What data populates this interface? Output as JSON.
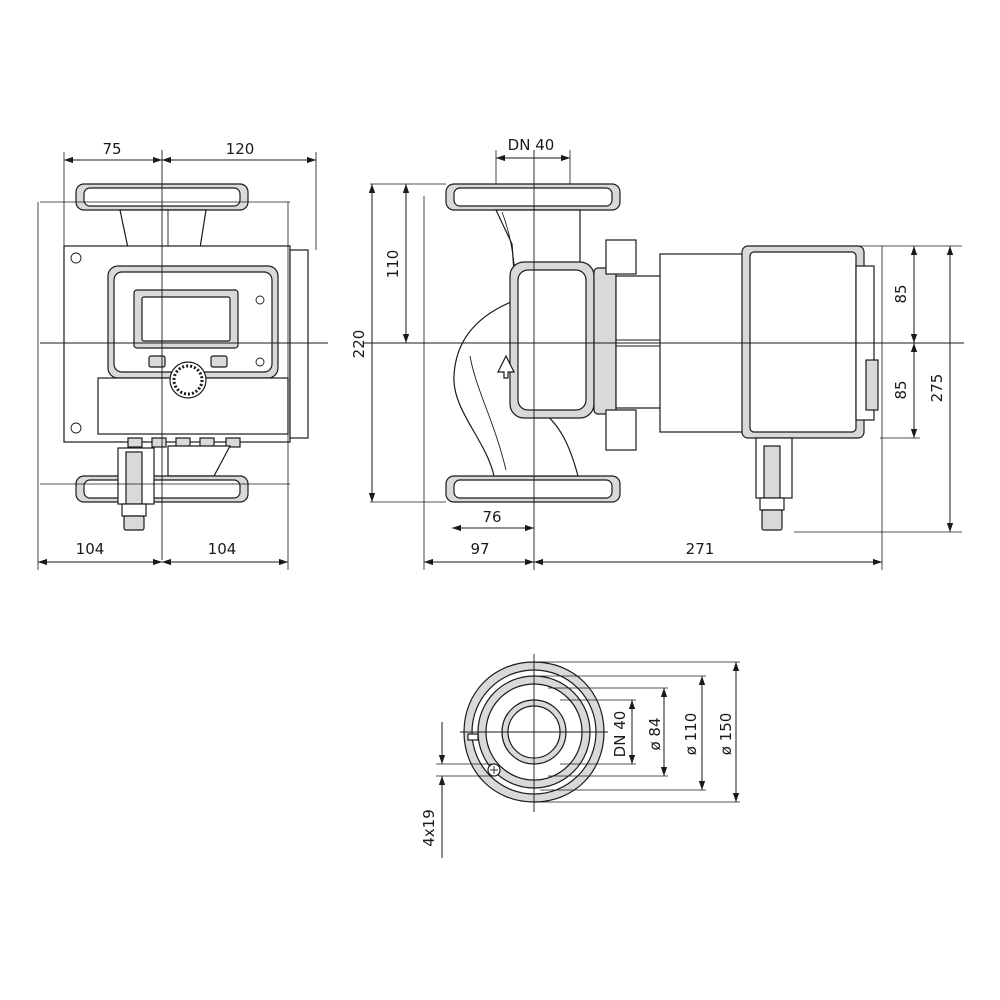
{
  "front_view": {
    "dim_top_left": "75",
    "dim_top_right": "120",
    "dim_bottom_left": "104",
    "dim_bottom_right": "104"
  },
  "side_view": {
    "dn_label": "DN 40",
    "dim_height_upper": "110",
    "dim_height_total": "220",
    "dim_inner_bottom": "76",
    "dim_bottom_left": "97",
    "dim_bottom_right": "271",
    "dim_right_upper": "85",
    "dim_right_lower": "85",
    "dim_right_total": "275"
  },
  "flange_view": {
    "dn_label": "DN 40",
    "dia_84": "ø 84",
    "dia_110": "ø 110",
    "dia_150": "ø 150",
    "holes_label": "4x19"
  }
}
